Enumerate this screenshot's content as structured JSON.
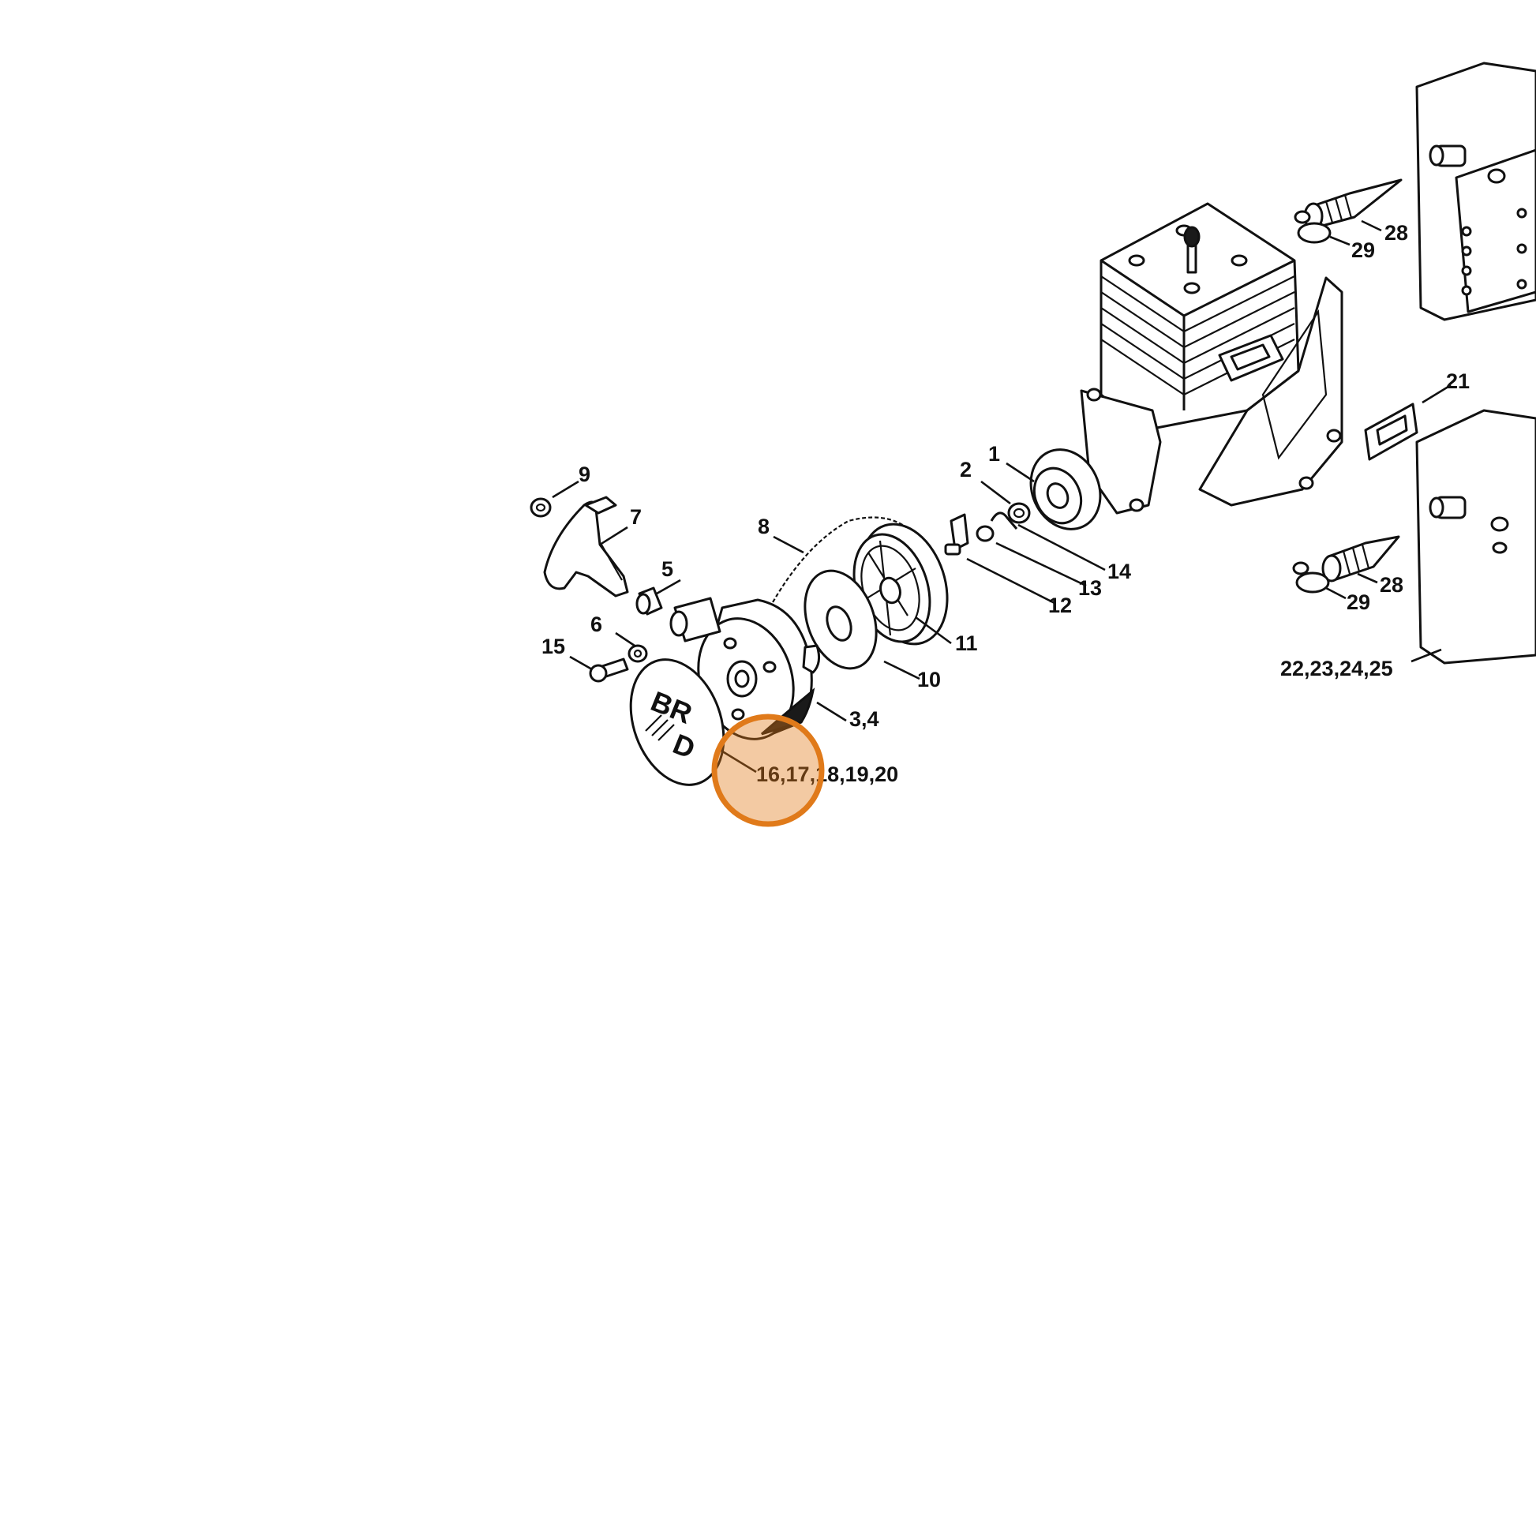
{
  "callouts": {
    "c9": "9",
    "c7": "7",
    "c5": "5",
    "c6": "6",
    "c15": "15",
    "c8": "8",
    "c10": "10",
    "c11": "11",
    "c34": "3,4",
    "c16_20": "16,17,18,19,20",
    "c2": "2",
    "c1": "1",
    "c14": "14",
    "c13": "13",
    "c12": "12",
    "c28a": "28",
    "c29a": "29",
    "c21": "21",
    "c28b": "28",
    "c29b": "29",
    "c22_25": "22,23,24,25"
  },
  "logo": {
    "line1": "BR",
    "line2": "D"
  },
  "highlight": {
    "color": "#e07a1a",
    "target": "16,17,18,19,20"
  }
}
